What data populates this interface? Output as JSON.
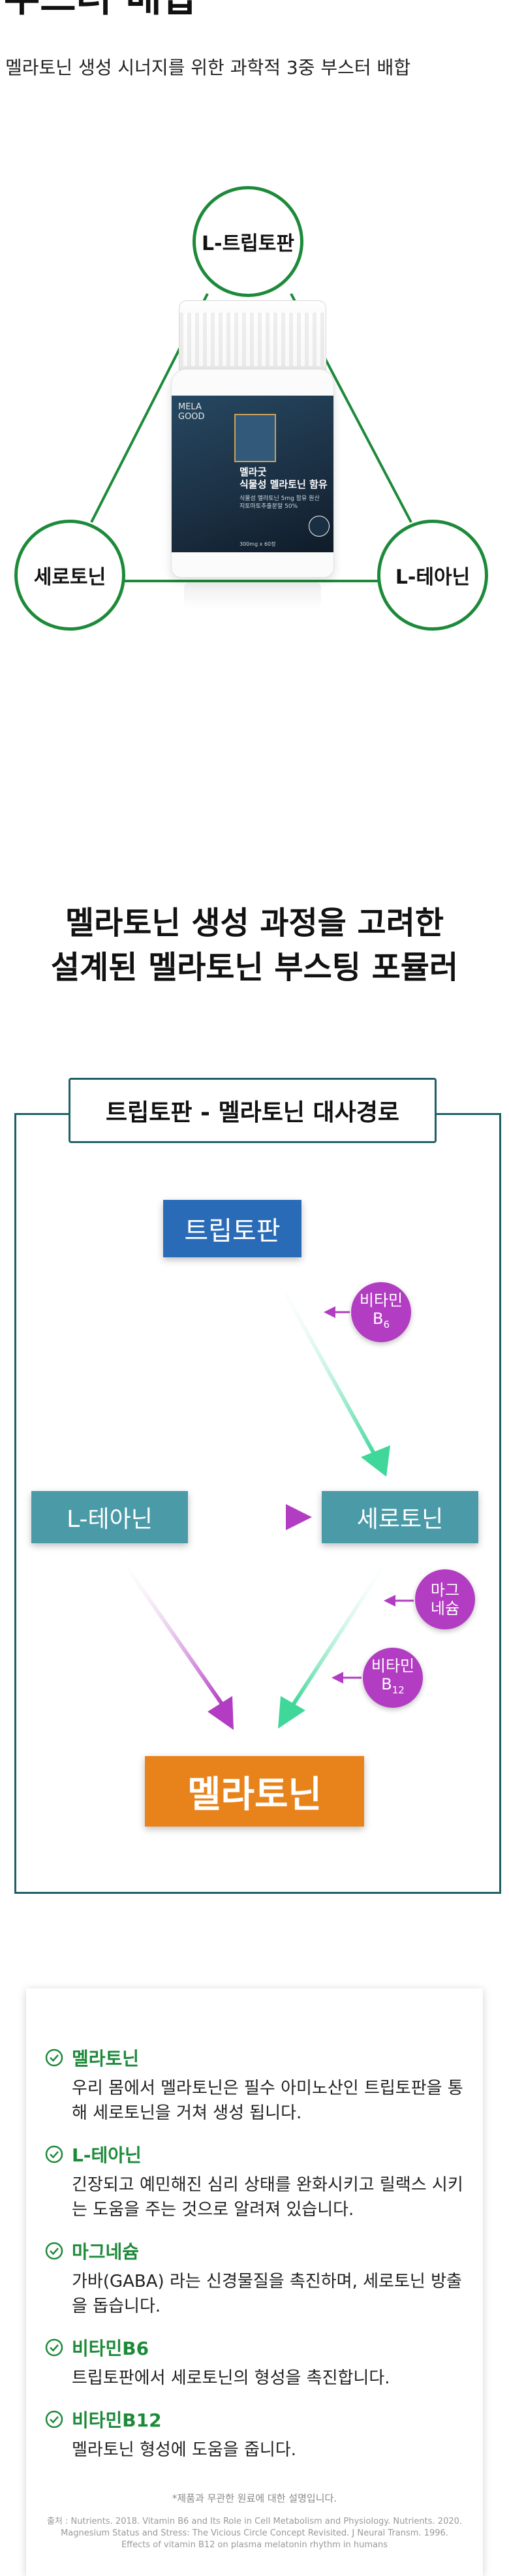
{
  "header": {
    "title": "부스터 배합",
    "subtitle": "멜라토닌 생성 시너지를 위한 과학적 3중 부스터 배합"
  },
  "booster": {
    "nodes": [
      "L-트립토판",
      "세로토닌",
      "L-테아닌"
    ],
    "product": {
      "brand_line1": "MELA",
      "brand_line2": "GOOD",
      "name_line1": "멜라굿",
      "name_line2": "식물성 멜라토닌 함유",
      "desc": "식물성 멜라토닌 5mg 함유 원산지토마토추출분말 50%",
      "foot": "300mg x 60정"
    }
  },
  "heading": {
    "line1": "멜라토닌 생성 과정을 고려한",
    "line2": "설계된 멜라토닌 부스팅 포뮬러"
  },
  "pathway": {
    "title": "트립토판 - 멜라토닌 대사경로",
    "tryptophan": "트립토판",
    "theanine": "L-테아닌",
    "serotonin": "세로토닌",
    "melatonin": "멜라토닌",
    "b6_line1": "비타민",
    "b6_line2": "B",
    "b6_sub": "6",
    "mg_line1": "마그",
    "mg_line2": "네슘",
    "b12_line1": "비타민",
    "b12_line2": "B",
    "b12_sub": "12"
  },
  "info": {
    "items": [
      {
        "title": "멜라토닌",
        "desc": "우리 몸에서 멜라토닌은 필수 아미노산인 트립토판을 통해 세로토닌을 거쳐 생성 됩니다."
      },
      {
        "title": "L-테아닌",
        "desc": "긴장되고 예민해진 심리 상태를 완화시키고 릴랙스 시키는 도움을 주는 것으로 알려져 있습니다."
      },
      {
        "title": "마그네슘",
        "desc": "가바(GABA) 라는 신경물질을 촉진하며, 세로토닌 방출을 돕습니다."
      },
      {
        "title": "비타민B6",
        "desc": "트립토판에서 세로토닌의 형성을 촉진합니다."
      },
      {
        "title": "비타민B12",
        "desc": "멜라토닌 형성에 도움을 줍니다."
      }
    ],
    "footnote": "*제품과 무관한 원료에 대한 설명입니다.",
    "source": "출처 : Nutrients. 2018. Vitamin B6 and Its Role in Cell Metabolism and Physiology. Nutrients. 2020. Magnesium Status and Stress: The Vicious Circle Concept Revisited. J Neural Transm. 1996. Effects of vitamin B12 on plasma melatonin rhythm in humans"
  },
  "colors": {
    "green": "#1d8a3a",
    "teal_border": "#1f6068",
    "tryptophan_blue": "#2a6bb8",
    "teal_node": "#4a9aa8",
    "melatonin_orange": "#e8831c",
    "cofactor_purple": "#b23cc2",
    "arrow_mint": "#3fd79a"
  }
}
